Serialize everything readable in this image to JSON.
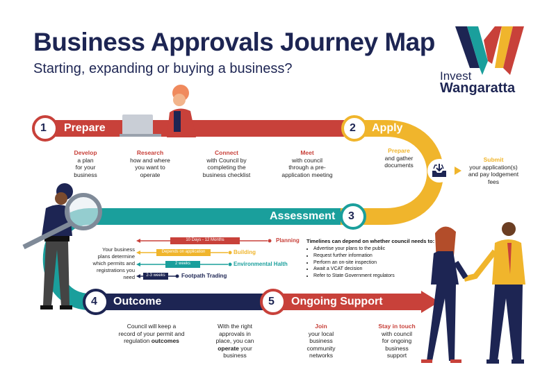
{
  "header": {
    "title": "Business Approvals Journey Map",
    "subtitle": "Starting, expanding or buying a business?"
  },
  "logo": {
    "invest": "Invest",
    "name": "Wangaratta"
  },
  "stages": [
    {
      "number": "1",
      "name": "Prepare"
    },
    {
      "number": "2",
      "name": "Apply"
    },
    {
      "number": "3",
      "name": "Assessment"
    },
    {
      "number": "4",
      "name": "Outcome"
    },
    {
      "number": "5",
      "name": "Ongoing Support"
    }
  ],
  "prepare_steps": [
    {
      "label": "Develop",
      "lines": [
        "a plan",
        "for your",
        "business"
      ]
    },
    {
      "label": "Research",
      "lines": [
        "how and where",
        "you want to",
        "operate"
      ]
    },
    {
      "label": "Connect",
      "lines": [
        "with Council by",
        "completing the",
        "business checklist"
      ]
    },
    {
      "label": "Meet",
      "lines": [
        "with council",
        "through a pre-",
        "application meeting"
      ]
    }
  ],
  "apply_steps": [
    {
      "label": "Prepare",
      "lines": [
        "and gather",
        "documents"
      ]
    },
    {
      "label": "Submit",
      "lines": [
        "your application(s)",
        "and pay lodgement",
        "fees"
      ]
    }
  ],
  "assessment": {
    "plans_note": [
      "Your business",
      "plans determine",
      "which permits and",
      "registrations you need"
    ],
    "timelines": [
      {
        "name": "Planning",
        "duration": "10 Days - 12 Months",
        "color": "#c8413a"
      },
      {
        "name": "Building",
        "duration": "Depends on application",
        "color": "#f0b52c"
      },
      {
        "name": "Environmental Halth",
        "duration": "2 weeks",
        "color": "#1a9f9c"
      },
      {
        "name": "Footpath Trading",
        "duration": "2-3 weeks",
        "color": "#1d2553"
      }
    ],
    "depends_heading": "Timelines can depend on whether council needs to:",
    "depends_items": [
      "Advertise your plans to the public",
      "Request further information",
      "Perform an on-site inspection",
      "Await a VCAT decision",
      "Refer to State Government regulators"
    ]
  },
  "outcome_notes": [
    {
      "pre": [
        "Council will keep a",
        "record of your permit and",
        "regulation "
      ],
      "bold": "outcomes",
      "post": []
    },
    {
      "pre": [
        "With the right",
        "approvals in",
        "place, you can"
      ],
      "bold": "operate",
      "post": [
        " your",
        "business"
      ]
    }
  ],
  "support_steps": [
    {
      "label": "Join",
      "lines": [
        "your local",
        "business",
        "community",
        "networks"
      ]
    },
    {
      "label": "Stay in touch",
      "lines": [
        "with council",
        "for ongoing",
        "business",
        "support"
      ]
    }
  ],
  "colors": {
    "navy": "#1d2553",
    "red": "#c8413a",
    "yellow": "#f0b52c",
    "teal": "#1a9f9c"
  },
  "icons": [
    "inbox-download-icon",
    "magnifying-glass-icon",
    "laptop-icon"
  ]
}
